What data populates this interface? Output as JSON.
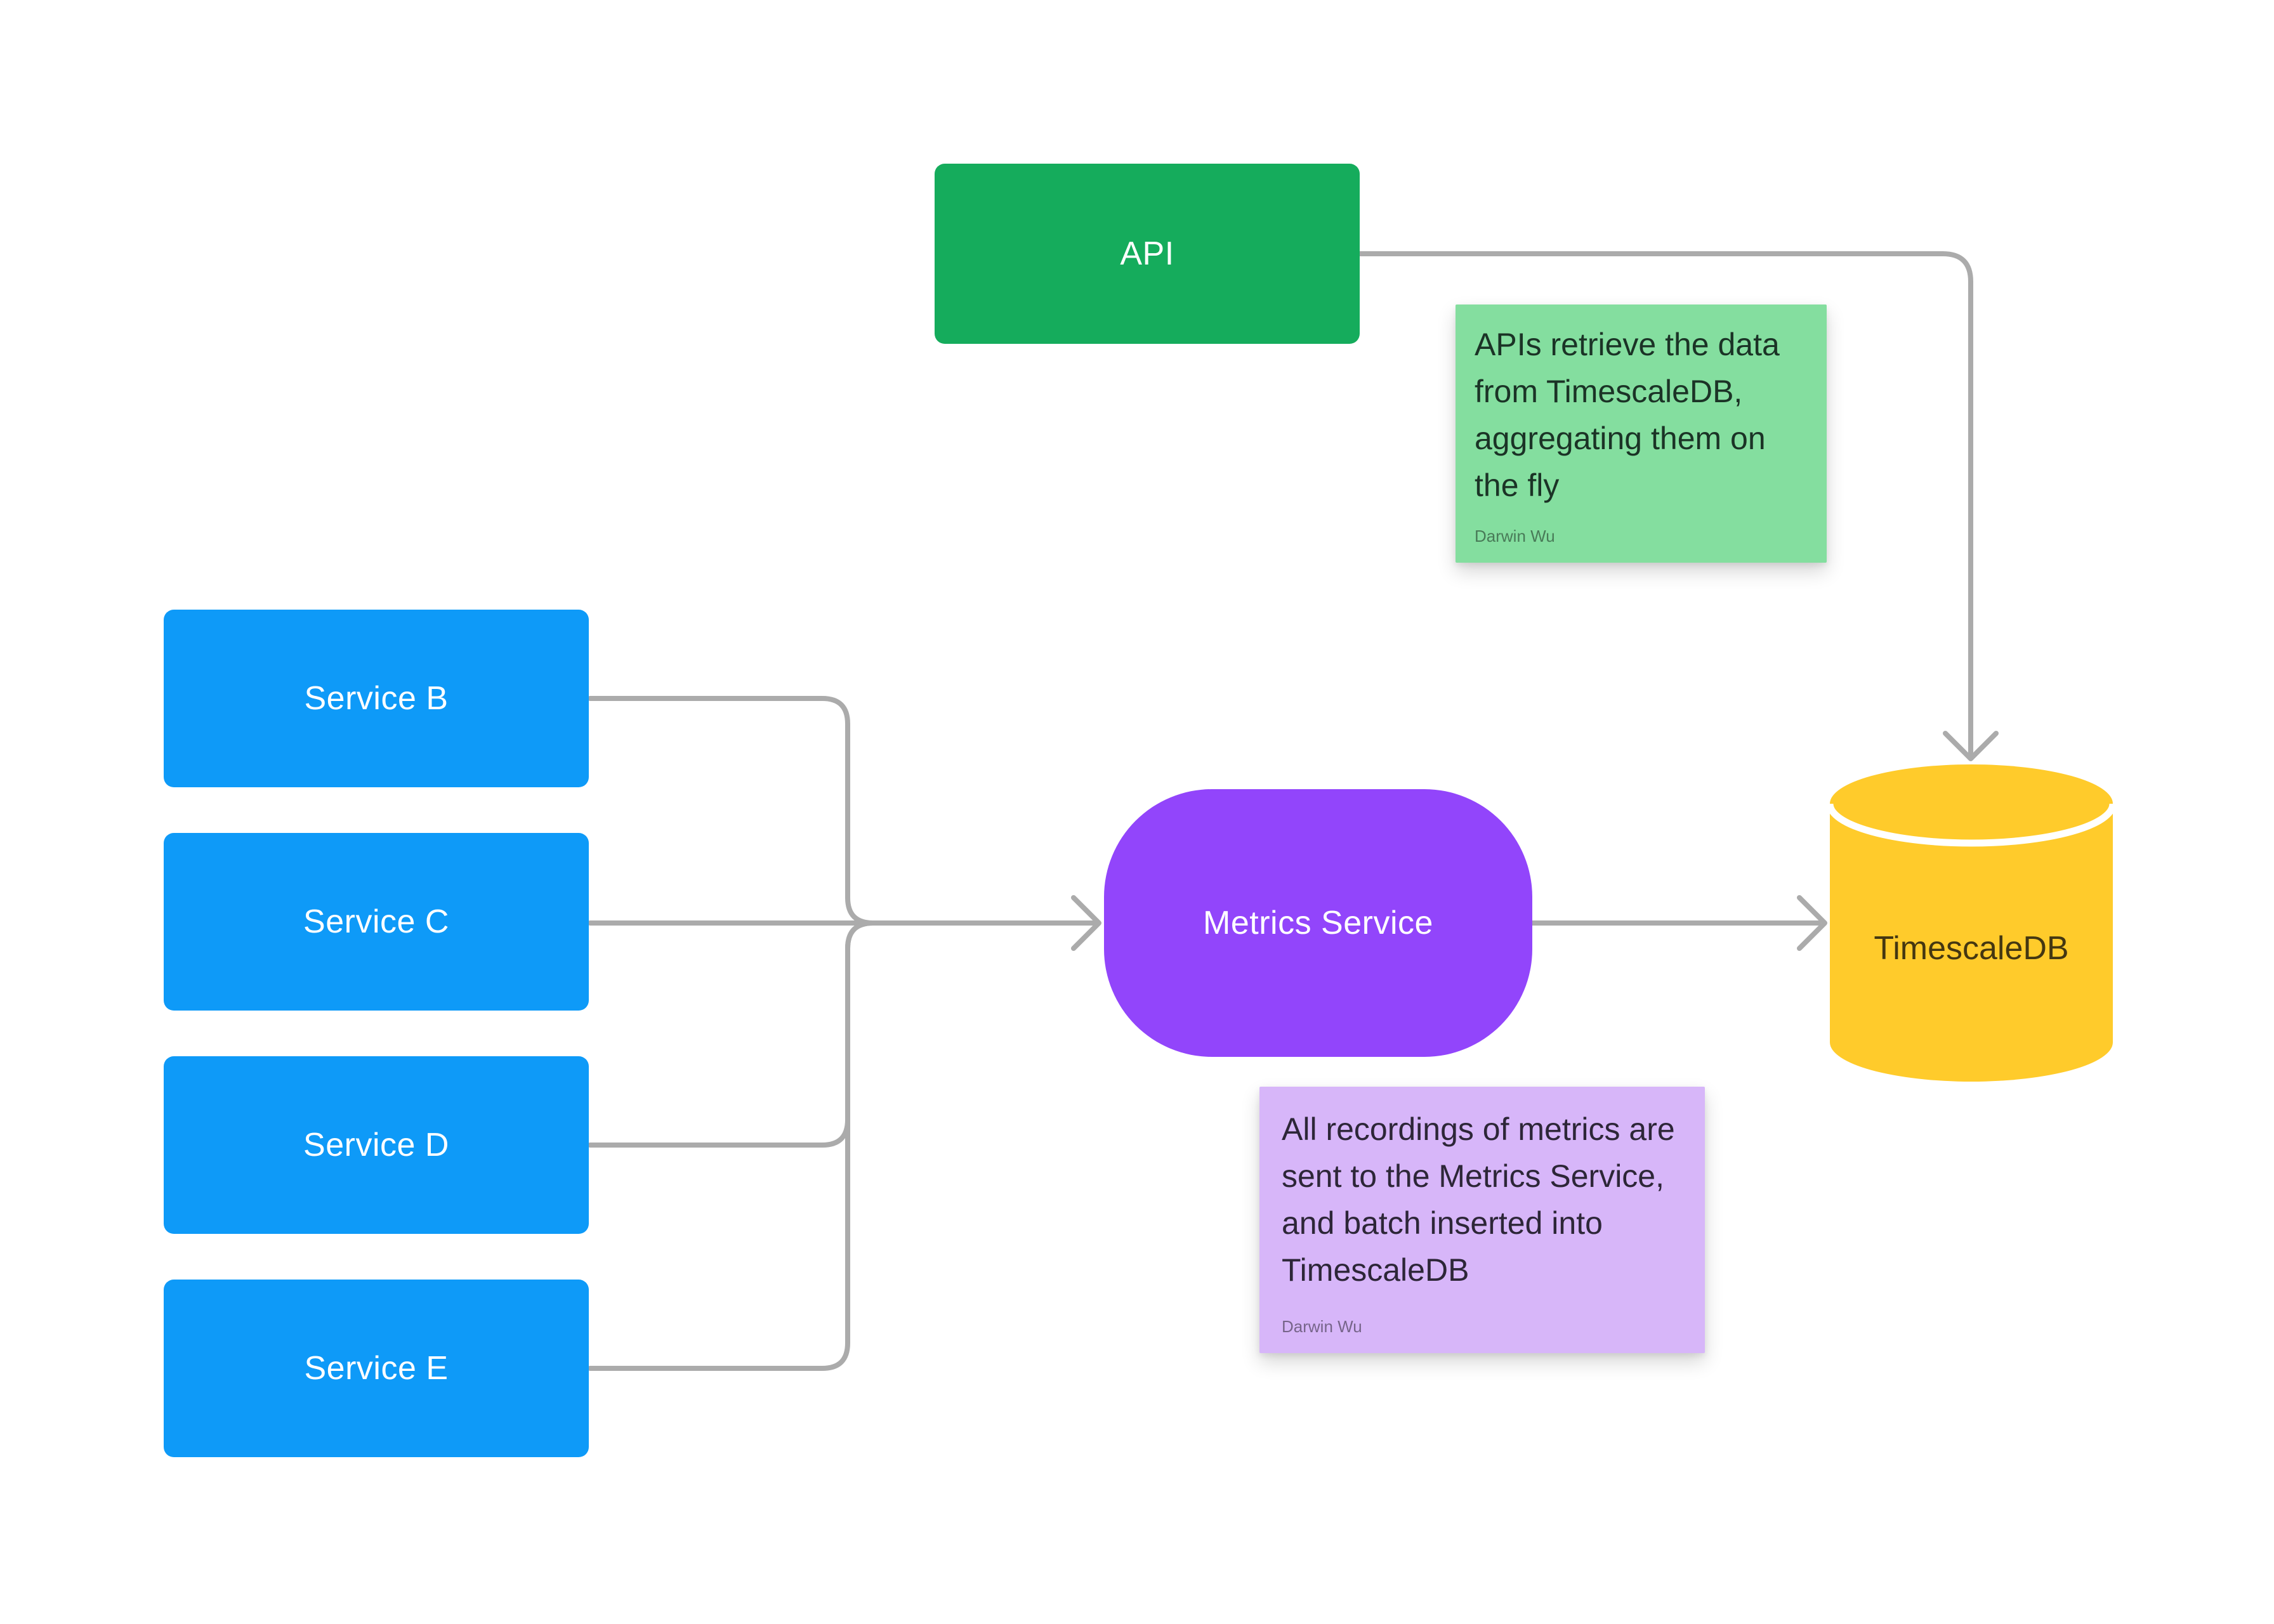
{
  "canvas": {
    "background": "#FFFFFF"
  },
  "colors": {
    "api_green": "#15AC5C",
    "service_blue": "#0E9AF8",
    "metrics_purple": "#9245FB",
    "db_yellow": "#FFCB2B",
    "note_green": "#84DE9F",
    "note_purple": "#D7B6F9",
    "connector_gray": "#ABABAB",
    "white": "#FFFFFF",
    "shape_text_light": "#FFFFFF",
    "db_text_dark": "#443711",
    "note_green_text": "#1B3326",
    "note_purple_text": "#2D2638"
  },
  "nodes": {
    "api": {
      "label": "API"
    },
    "service_b": {
      "label": "Service B"
    },
    "service_c": {
      "label": "Service C"
    },
    "service_d": {
      "label": "Service D"
    },
    "service_e": {
      "label": "Service E"
    },
    "metrics": {
      "label": "Metrics Service"
    },
    "timescaledb": {
      "label": "TimescaleDB"
    }
  },
  "notes": {
    "api_note": {
      "text": "APIs retrieve the data\nfrom TimescaleDB,\naggregating them on\nthe fly",
      "author": "Darwin Wu"
    },
    "metrics_note": {
      "text": "All recordings of metrics are\nsent to the Metrics Service,\nand batch inserted into\nTimescaleDB",
      "author": "Darwin Wu"
    }
  }
}
